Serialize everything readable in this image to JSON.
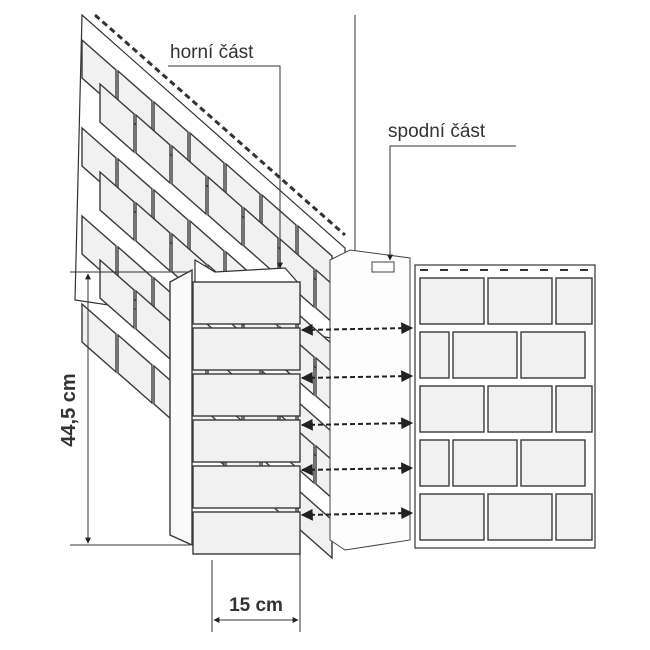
{
  "labels": {
    "top_part": "horní část",
    "bottom_part": "spodní část",
    "height_dim": "44,5 cm",
    "width_dim": "15 cm"
  },
  "colors": {
    "line": "#333333",
    "brick_fill": "#f1f1f1"
  }
}
